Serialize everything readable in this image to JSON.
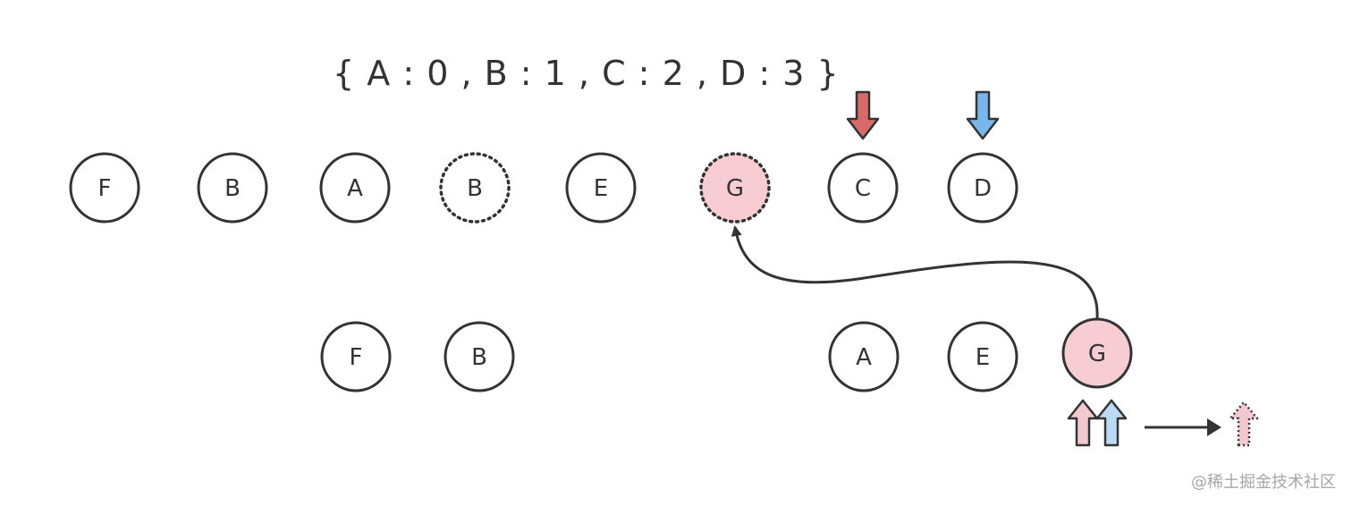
{
  "key_map_text": "{ A : 0 , B : 1 , C : 2 , D : 3 }",
  "colors": {
    "stroke": "#333333",
    "highlight_fill": "#f7cdd3",
    "red_arrow": "#d96a6a",
    "blue_arrow": "#79b6ec",
    "pink_arrow": "#f4c8cf",
    "light_blue_arrow": "#bcdaf5"
  },
  "old_row": {
    "nodes": [
      {
        "label": "F",
        "style": "solid"
      },
      {
        "label": "B",
        "style": "solid"
      },
      {
        "label": "A",
        "style": "solid"
      },
      {
        "label": "B",
        "style": "dotted"
      },
      {
        "label": "E",
        "style": "solid"
      },
      {
        "label": "G",
        "style": "dotted-highlight"
      },
      {
        "label": "C",
        "style": "solid"
      },
      {
        "label": "D",
        "style": "solid"
      }
    ]
  },
  "new_row": {
    "nodes": [
      {
        "label": "F",
        "style": "solid"
      },
      {
        "label": "B",
        "style": "solid"
      },
      {
        "label": "A",
        "style": "solid"
      },
      {
        "label": "E",
        "style": "solid"
      },
      {
        "label": "G",
        "style": "highlight"
      }
    ]
  },
  "pointer_icons": [
    "down-arrow-red-icon",
    "down-arrow-blue-icon",
    "up-arrow-pink-icon",
    "up-arrow-blue-icon",
    "right-arrow-icon",
    "dotted-up-arrow-icon"
  ],
  "watermark": "@稀土掘金技术社区"
}
